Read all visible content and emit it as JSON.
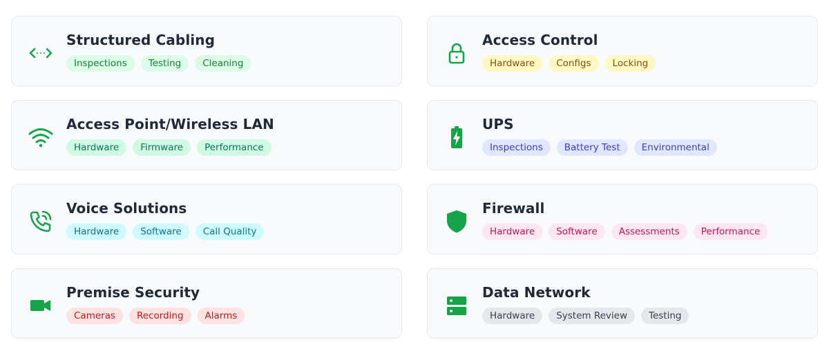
{
  "icon_color": "#16a34a",
  "cards": [
    {
      "title": "Structured Cabling",
      "icon": "code-arrows-icon",
      "tag_color": "green",
      "tags": [
        "Inspections",
        "Testing",
        "Cleaning"
      ]
    },
    {
      "title": "Access Control",
      "icon": "lock-icon",
      "tag_color": "yellow",
      "tags": [
        "Hardware",
        "Configs",
        "Locking"
      ]
    },
    {
      "title": "Access Point/Wireless LAN",
      "icon": "wifi-icon",
      "tag_color": "teal",
      "tags": [
        "Hardware",
        "Firmware",
        "Performance"
      ]
    },
    {
      "title": "UPS",
      "icon": "battery-charging-icon",
      "tag_color": "indigo",
      "tags": [
        "Inspections",
        "Battery Test",
        "Environmental"
      ]
    },
    {
      "title": "Voice Solutions",
      "icon": "phone-ringing-icon",
      "tag_color": "cyan",
      "tags": [
        "Hardware",
        "Software",
        "Call Quality"
      ]
    },
    {
      "title": "Firewall",
      "icon": "shield-icon",
      "tag_color": "pink",
      "tags": [
        "Hardware",
        "Software",
        "Assessments",
        "Performance"
      ]
    },
    {
      "title": "Premise Security",
      "icon": "video-camera-icon",
      "tag_color": "red",
      "tags": [
        "Cameras",
        "Recording",
        "Alarms"
      ]
    },
    {
      "title": "Data Network",
      "icon": "server-icon",
      "tag_color": "gray",
      "tags": [
        "Hardware",
        "System Review",
        "Testing"
      ]
    }
  ]
}
